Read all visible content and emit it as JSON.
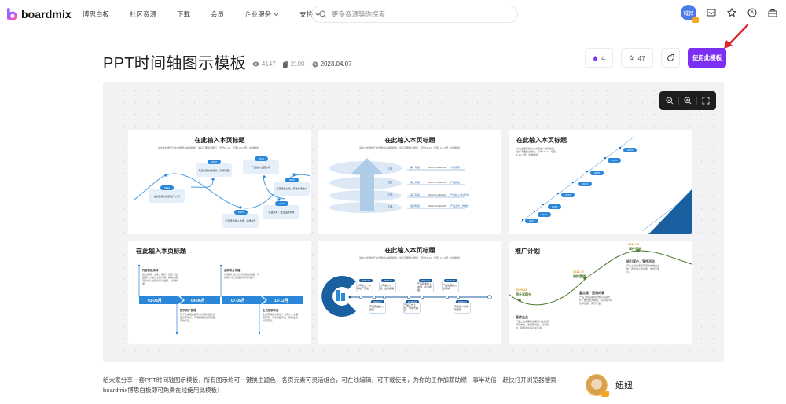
{
  "header": {
    "brand": "boardmix",
    "nav": [
      {
        "label": "博思白板",
        "has_dropdown": false
      },
      {
        "label": "社区资源",
        "has_dropdown": false
      },
      {
        "label": "下载",
        "has_dropdown": false
      },
      {
        "label": "会员",
        "has_dropdown": false
      },
      {
        "label": "企业服务",
        "has_dropdown": true
      },
      {
        "label": "支持",
        "has_dropdown": true
      }
    ],
    "search": {
      "placeholder": "更多资源等你探索",
      "value": ""
    },
    "user_avatar_text": "城博",
    "icons": [
      "mail-icon",
      "star-icon",
      "clock-icon",
      "briefcase-icon"
    ]
  },
  "template": {
    "title": "PPT时间轴图示模板",
    "views": "4147",
    "copies": "2100",
    "date": "2023.04.07",
    "likes": "4",
    "stars": "47",
    "use_button": "使用此模板",
    "description": "给大家分享一套PPT时间轴图示模板，所有图示均可一键换主题色，各页元素可灵活组合，可在线编辑，可下载使用，为你的工作加薪助燃！事半功倍！赶快打开浏览器搜索boardmix博思白板即可免费在线使用此模板！",
    "author": "妞妞"
  },
  "canvas": {
    "zoom_controls": [
      "zoom-out",
      "zoom-in",
      "fullscreen"
    ],
    "slides": [
      {
        "title": "在此输入本页标题",
        "subtitle": "请在此处添加正文内容或从编辑模板，最好不要超过两行，字号12-14，行距1.2-1.5倍，内容精简",
        "milestones": [
          {
            "year": "199X",
            "text": "在地理城市高端地产公司"
          },
          {
            "year": "200X",
            "text": "产品销售分级成功，完成转型"
          },
          {
            "year": "200X",
            "text": "产品研发投入市场，品质提升"
          },
          {
            "year": "201X",
            "text": "产品进入全国市场"
          },
          {
            "year": "201X",
            "text": "产品研发上线，开拓市场推广"
          },
          {
            "year": "201X",
            "text": "引进资本，建立品牌形象"
          }
        ]
      },
      {
        "title": "在此输入本页标题",
        "subtitle": "请在此处添加正文内容或从编辑模板，最好不要超过两行，字号12-14，行距1.2-1.5倍，内容精简",
        "steps": [
          {
            "num": "01",
            "stage": "第一阶段",
            "date": "2021.09-2021.11",
            "desc": "市场调研"
          },
          {
            "num": "02",
            "stage": "第二阶段",
            "date": "2021.11-2021.12",
            "desc": "产品研发"
          },
          {
            "num": "03",
            "stage": "第三阶段",
            "date": "2022.01-2022.03",
            "desc": "产品投入测试阶段"
          },
          {
            "num": "04",
            "stage": "第四阶段",
            "date": "2022.03-2022.06",
            "desc": "产品正式上线推广"
          }
        ]
      },
      {
        "title": "在此输入本页标题",
        "subtitle": "请在这里添加文本内容或从编辑模板，最好不要超过两行，字号12-14，行距1.2-1.5倍，内容精简",
        "years": [
          "20XX",
          "20XX",
          "20XX",
          "20XX",
          "20XX",
          "20XX",
          "20XX",
          "20XX"
        ]
      },
      {
        "title": "在此输入本页标题",
        "periods": [
          "01-03月",
          "04-06月",
          "07-09月",
          "10-12月"
        ],
        "top_items": [
          {
            "heading": "内容智能涌转",
            "text": "通过运营、文章、图标、互动、数据等方式进行全面内容，精准内容洞察中心注意力客户发展，分级精准。"
          },
          {
            "heading": "品牌联合传播",
            "text": "打造跨行业合作资源推出新品，引发用户增长和品牌影响力提升。"
          }
        ],
        "bottom_items": [
          {
            "heading": "数字资产管理",
            "text": "基于全渠道数据平台打造智能化数据资产体系，实现精细化运营和数字化产品。"
          },
          {
            "heading": "全员营销获客",
            "text": "全员营销发布促进个人账户，全渠道获客，对于全部产品，营销全员共同营造。"
          }
        ]
      },
      {
        "title": "在此输入本页标题",
        "subtitle": "请在此处添加正文内容或从编辑模板，最好不要超过两行，字号12-14，行距1.2-1.5倍，内容精简",
        "nodes": [
          {
            "date": "2005.03",
            "text": "公司成立，从事地产开发"
          },
          {
            "date": "2008.05",
            "text": "公司进入市场，业务拓展"
          },
          {
            "date": "2009.07",
            "text": "产品研发投入使用"
          },
          {
            "date": "2011.04",
            "text": "产品正式上线，市场大推广"
          },
          {
            "date": "2014.06",
            "text": "产品研发投入中国，业务拓展"
          },
          {
            "date": "2018.02",
            "text": "产品发展进入新领域"
          },
          {
            "date": "2020.01",
            "text": "产品进一步市场拓展"
          }
        ]
      },
      {
        "title": "推广计划",
        "milestones": [
          {
            "date": "2020.12",
            "phase": "提升试曝光",
            "heading": "宣传企业",
            "text": "产品上线前期投放渠道以全渠道营销方式，增加曝光量，提高粉丝，积累潜在客户关注度。"
          },
          {
            "date": "2021.07",
            "phase": "借势营销",
            "heading": "重点推广营销的事",
            "text": "产品上线后期借势热点营销方式，推出各大爆款，积累用户转化率数据，完善产品。"
          },
          {
            "date": "2022.11",
            "phase": "事件营销",
            "heading": "吸引客户，宣传活动",
            "text": "产品上线后重点营销方式推出品牌，增加用户转化率，维持老客户。"
          }
        ]
      }
    ]
  },
  "colors": {
    "brand_purple": "#7b2ff2",
    "slide_blue": "#2b88d8",
    "slide_dark_blue": "#1a5fa0",
    "slide_green": "#4e7a2e",
    "slide_orange": "#e39a2b",
    "canvas_bg": "#f2f2f4"
  }
}
